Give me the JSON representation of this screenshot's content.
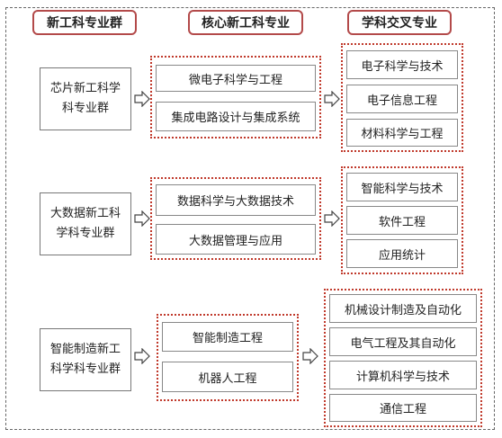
{
  "headers": {
    "col1": "新工科专业群",
    "col2": "核心新工科专业",
    "col3": "学科交叉专业"
  },
  "groups": [
    {
      "name_line1": "芯片新工科学",
      "name_line2": "科专业群",
      "core": [
        "微电子科学与工程",
        "集成电路设计与集成系统"
      ],
      "cross": [
        "电子科学与技术",
        "电子信息工程",
        "材料科学与工程"
      ]
    },
    {
      "name_line1": "大数据新工科",
      "name_line2": "学科专业群",
      "core": [
        "数据科学与大数据技术",
        "大数据管理与应用"
      ],
      "cross": [
        "智能科学与技术",
        "软件工程",
        "应用统计"
      ]
    },
    {
      "name_line1": "智能制造新工",
      "name_line2": "科学科专业群",
      "core": [
        "智能制造工程",
        "机器人工程"
      ],
      "cross": [
        "机械设计制造及自动化",
        "电气工程及其自动化",
        "计算机科学与技术",
        "通信工程"
      ]
    }
  ]
}
